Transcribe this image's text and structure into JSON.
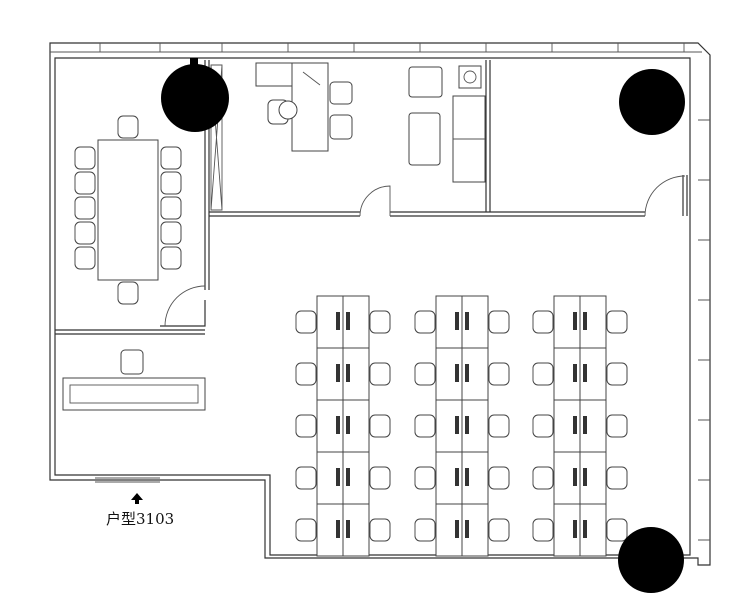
{
  "plan": {
    "unit_label": "户型3103",
    "entrance_arrow": "arrow-up-icon",
    "workstation_clusters": 3,
    "workstation_rows": 5,
    "marker_color": "#000000"
  }
}
